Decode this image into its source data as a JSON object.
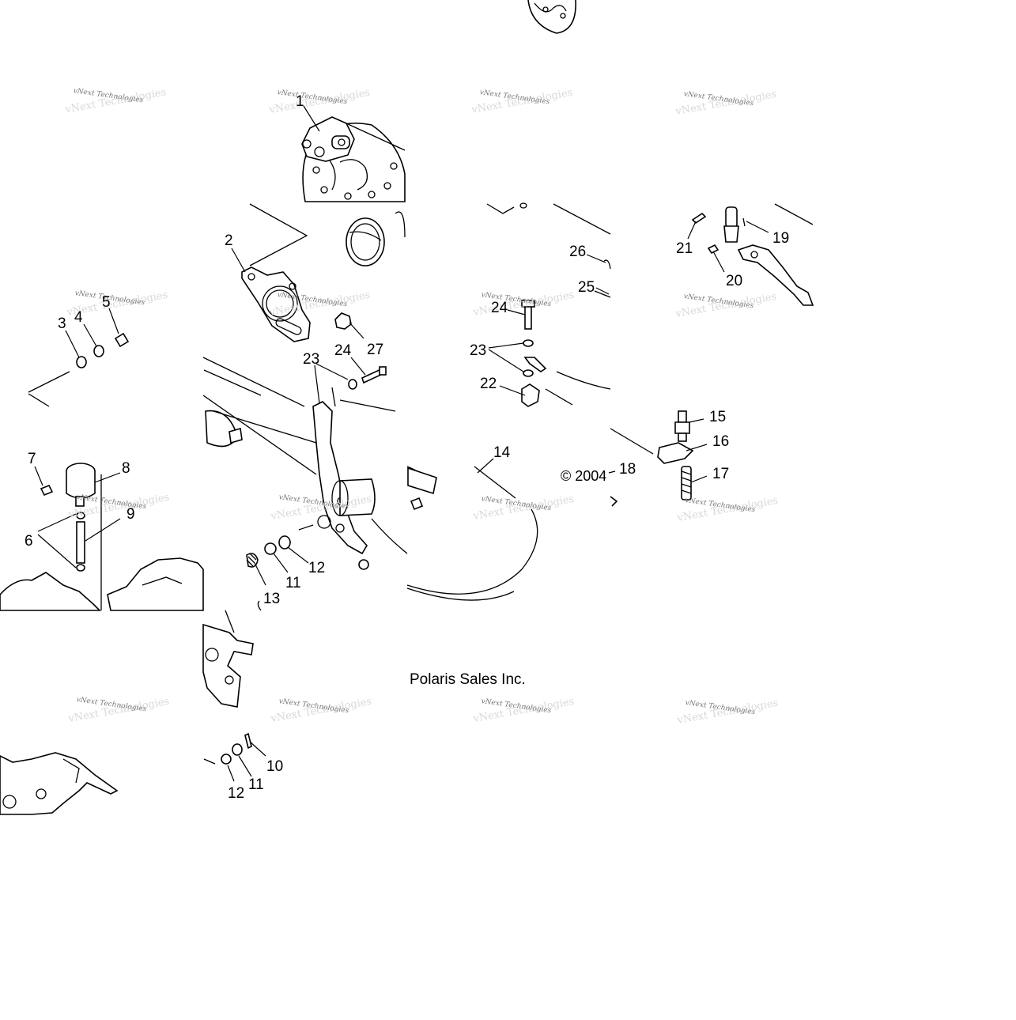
{
  "footer": {
    "copyright": "© 2004",
    "company": "Polaris Sales Inc."
  },
  "watermark": {
    "text": "vNext Technologies"
  },
  "callouts": [
    {
      "id": "c1",
      "label": "1"
    },
    {
      "id": "c2",
      "label": "2"
    },
    {
      "id": "c3",
      "label": "3"
    },
    {
      "id": "c4",
      "label": "4"
    },
    {
      "id": "c5",
      "label": "5"
    },
    {
      "id": "c6",
      "label": "6"
    },
    {
      "id": "c7",
      "label": "7"
    },
    {
      "id": "c8",
      "label": "8"
    },
    {
      "id": "c9",
      "label": "9"
    },
    {
      "id": "c10",
      "label": "10"
    },
    {
      "id": "c11a",
      "label": "11"
    },
    {
      "id": "c11b",
      "label": "11"
    },
    {
      "id": "c12a",
      "label": "12"
    },
    {
      "id": "c12b",
      "label": "12"
    },
    {
      "id": "c13",
      "label": "13"
    },
    {
      "id": "c14",
      "label": "14"
    },
    {
      "id": "c15",
      "label": "15"
    },
    {
      "id": "c16",
      "label": "16"
    },
    {
      "id": "c17",
      "label": "17"
    },
    {
      "id": "c18",
      "label": "18"
    },
    {
      "id": "c19",
      "label": "19"
    },
    {
      "id": "c20",
      "label": "20"
    },
    {
      "id": "c21",
      "label": "21"
    },
    {
      "id": "c22",
      "label": "22"
    },
    {
      "id": "c23a",
      "label": "23"
    },
    {
      "id": "c23b",
      "label": "23"
    },
    {
      "id": "c24a",
      "label": "24"
    },
    {
      "id": "c24b",
      "label": "24"
    },
    {
      "id": "c25",
      "label": "25"
    },
    {
      "id": "c26",
      "label": "26"
    },
    {
      "id": "c27",
      "label": "27"
    }
  ]
}
